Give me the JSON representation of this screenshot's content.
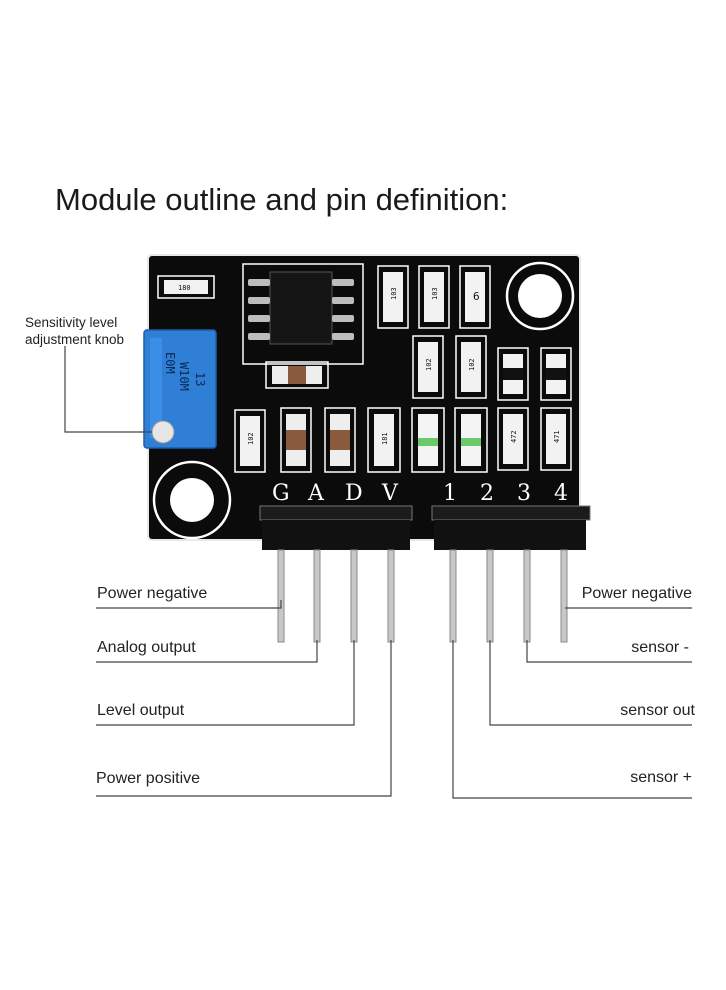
{
  "title": "Module outline and pin definition:",
  "knob_label_line1": "Sensitivity level",
  "knob_label_line2": "adjustment knob",
  "knob_marking": [
    "13",
    "W10M",
    "E0M"
  ],
  "pin_headers": {
    "left": [
      "G",
      "A",
      "D",
      "V"
    ],
    "right": [
      "1",
      "2",
      "3",
      "4"
    ]
  },
  "resistor_codes": [
    "180",
    "103",
    "103",
    "6",
    "102",
    "102",
    "102",
    "181",
    "472",
    "471"
  ],
  "left_labels": [
    "Power negative",
    "Analog output",
    "Level output",
    "Power positive"
  ],
  "right_labels": [
    "Power negative",
    "sensor -",
    "sensor out",
    "sensor +"
  ],
  "colors": {
    "board": "#0b0b0b",
    "knob": "#2f7fd6",
    "silkscreen": "#ffffff",
    "pin": "#c8c8c8",
    "line": "#444444"
  }
}
